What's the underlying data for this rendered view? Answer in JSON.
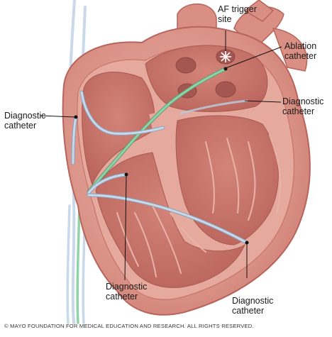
{
  "labels": {
    "af_trigger": [
      "AF trigger",
      "site"
    ],
    "ablation": [
      "Ablation",
      "catheter"
    ],
    "diag_right": [
      "Diagnostic",
      "catheter"
    ],
    "diag_left": [
      "Diagnostic",
      "catheter"
    ],
    "diag_bottom_mid": [
      "Diagnostic",
      "catheter"
    ],
    "diag_bottom_right": [
      "Diagnostic",
      "catheter"
    ]
  },
  "copyright": "© MAYO FOUNDATION FOR MEDICAL EDUCATION AND RESEARCH. ALL RIGHTS RESERVED.",
  "colors": {
    "tissue": "#d98f84",
    "tissue_dark": "#b8635b",
    "inner_wall": "#e6a99d",
    "chamber": "#c9766b",
    "vessel_blue": "#bcd3e6",
    "catheter_diag": "#c9d8ea",
    "catheter_ablation": "#8fd4a8",
    "leader": "#111111"
  }
}
